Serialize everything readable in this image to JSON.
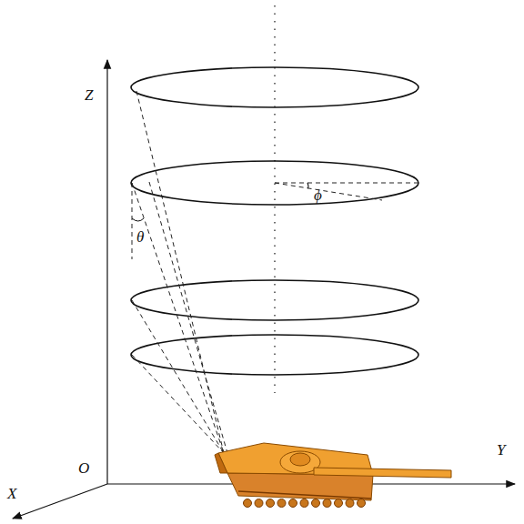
{
  "diagram": {
    "labels": [
      "Z",
      "θ",
      "ϕ",
      "Y",
      "O",
      "X"
    ]
  }
}
